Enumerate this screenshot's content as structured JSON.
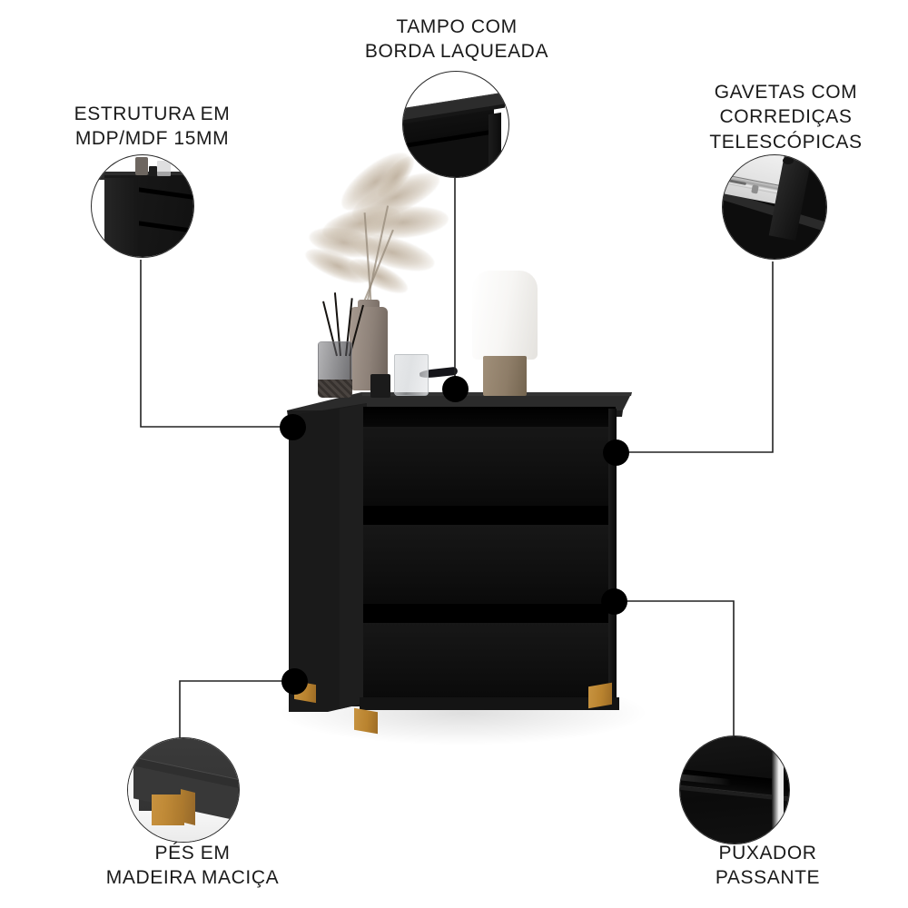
{
  "page": {
    "background_color": "#ffffff",
    "language": "pt-BR",
    "product": "Comoda / chest of drawers with 3 drawers, black lacquered finish, solid wood feet"
  },
  "callouts": [
    {
      "id": "estrutura",
      "label": "ESTRUTURA EM\nMDP/MDF 15MM",
      "icon": "dresser-corner-icon",
      "bubble_name": "detail-bubble-structure",
      "position": "top-left"
    },
    {
      "id": "tampo",
      "label": "TAMPO COM\nBORDA LAQUEADA",
      "icon": "lacquered-top-edge-icon",
      "bubble_name": "detail-bubble-top",
      "position": "top-center"
    },
    {
      "id": "gavetas",
      "label": "GAVETAS COM\nCORREDIÇAS\nTELESCÓPICAS",
      "icon": "telescopic-slide-icon",
      "bubble_name": "detail-bubble-slides",
      "position": "top-right"
    },
    {
      "id": "pes",
      "label": "PÉS EM\nMADEIRA MACIÇA",
      "icon": "wooden-foot-icon",
      "bubble_name": "detail-bubble-feet",
      "position": "bottom-left"
    },
    {
      "id": "puxador",
      "label": "PUXADOR\nPASSANTE",
      "icon": "recessed-handle-icon",
      "bubble_name": "detail-bubble-handle",
      "position": "bottom-right"
    }
  ],
  "colors": {
    "body_black": "#101010",
    "panel_dark": "#1b1b1b",
    "wood_foot": "#c0882f",
    "text": "#1a1a1a",
    "line": "#222222",
    "dot": "#000000",
    "background": "#ffffff",
    "metal_slide": "#e8e8e8",
    "lamp_white": "#f7f6f4",
    "pampas_beige": "#c3b29a",
    "vase_taupe": "#8d8178"
  },
  "product_parts": {
    "drawer_count": 3,
    "foot_count": 3,
    "top_label": "lacquered top panel",
    "decor_items": [
      "pampas-grass-plume",
      "ceramic-vase",
      "reed-diffuser",
      "drinking-glass",
      "table-lamp"
    ]
  },
  "connectors": [
    {
      "name": "connector-structure",
      "from": "bubble-estrutura",
      "to": "dot-structure"
    },
    {
      "name": "connector-top",
      "from": "bubble-tampo",
      "to": "dot-top"
    },
    {
      "name": "connector-slides",
      "from": "bubble-gavetas",
      "to": "dot-slides"
    },
    {
      "name": "connector-feet",
      "from": "bubble-pes",
      "to": "dot-feet"
    },
    {
      "name": "connector-handle",
      "from": "bubble-puxador",
      "to": "dot-handle"
    }
  ]
}
